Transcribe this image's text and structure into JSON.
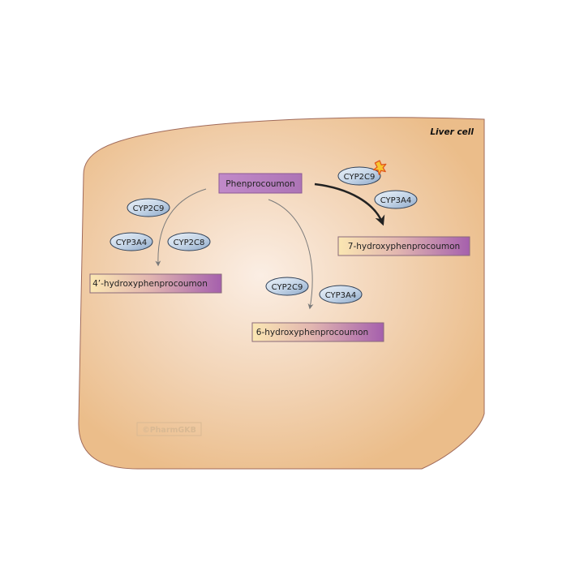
{
  "cell": {
    "label": "Liver cell"
  },
  "watermark": "©PharmGKB",
  "drug": {
    "label": "Phenprocoumon"
  },
  "metabolites": {
    "m4": "4’-hydroxyphenprocoumon",
    "m6": "6-hydroxyphenprocoumon",
    "m7": "7-hydroxyphenprocoumon"
  },
  "enzymes": {
    "e4a": "CYP2C9",
    "e4b": "CYP3A4",
    "e4c": "CYP2C8",
    "e6a": "CYP2C9",
    "e6b": "CYP3A4",
    "e7a": "CYP2C9",
    "e7b": "CYP3A4"
  },
  "colors": {
    "cell_fill": "#ebbd8a",
    "cell_center": "#fbeee4",
    "cell_border": "#a06a5a",
    "drug_box": "#b77fbf",
    "metabolite_start": "#fbe7b2",
    "metabolite_end": "#a560ad",
    "enzyme_light": "#dbe8f4",
    "enzyme_dark": "#8ea9c9",
    "arrow_gray": "#7a7a7a",
    "arrow_dark": "#222222",
    "star_fill": "#f7c531",
    "star_stroke": "#e0561c"
  }
}
